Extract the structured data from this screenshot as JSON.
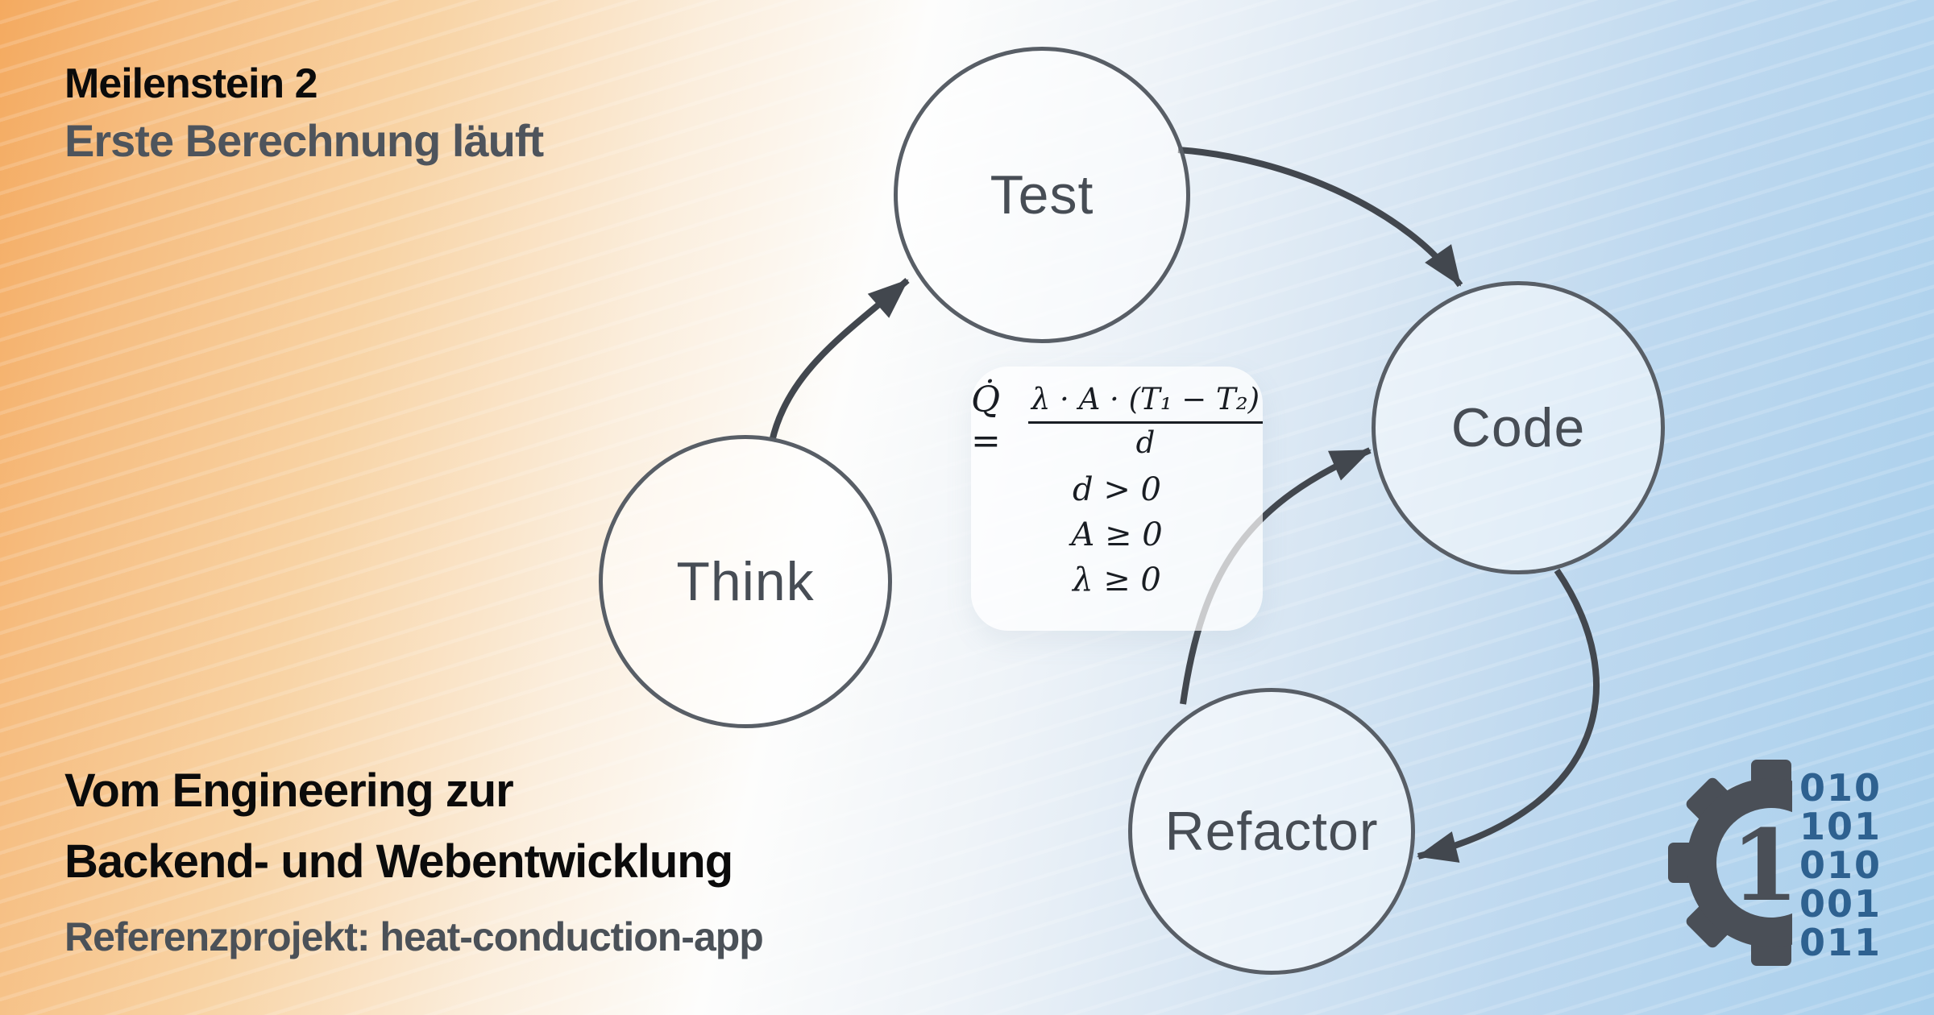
{
  "header": {
    "milestone": "Meilenstein 2",
    "status": "Erste Berechnung läuft"
  },
  "footer": {
    "line1": "Vom Engineering zur",
    "line2": "Backend- und Webentwicklung",
    "line3": "Referenzprojekt: heat-conduction-app"
  },
  "diagram": {
    "nodes": [
      {
        "id": "test",
        "label": "Test"
      },
      {
        "id": "code",
        "label": "Code"
      },
      {
        "id": "think",
        "label": "Think"
      },
      {
        "id": "refactor",
        "label": "Refactor"
      }
    ],
    "edges": [
      {
        "from": "Think",
        "to": "Test"
      },
      {
        "from": "Test",
        "to": "Code"
      },
      {
        "from": "Code",
        "to": "Refactor"
      },
      {
        "from": "Refactor",
        "to": "Code"
      }
    ]
  },
  "formula": {
    "q_equals": "Q̇ =",
    "numerator": "λ · A · (T₁ − T₂)",
    "denominator": "d",
    "constraints": [
      "d > 0",
      "A ≥ 0",
      "λ ≥ 0"
    ]
  },
  "logo": {
    "gear_digit": "1",
    "binary_rows": [
      "010",
      "101",
      "010",
      "001",
      "011"
    ]
  },
  "colors": {
    "bg_orange": "#f4aa60",
    "bg_cream": "#fbeedd",
    "bg_blue": "#a8cfec",
    "node_stroke": "#585e66",
    "node_text": "#474d55",
    "arrow": "#42474e",
    "headline_dark": "#0b0b0b",
    "headline_gray": "#4e545c",
    "binary_blue": "#2e6190",
    "gear_gray": "#4a4f57",
    "formula_card": "rgba(255,255,255,0.72)"
  }
}
